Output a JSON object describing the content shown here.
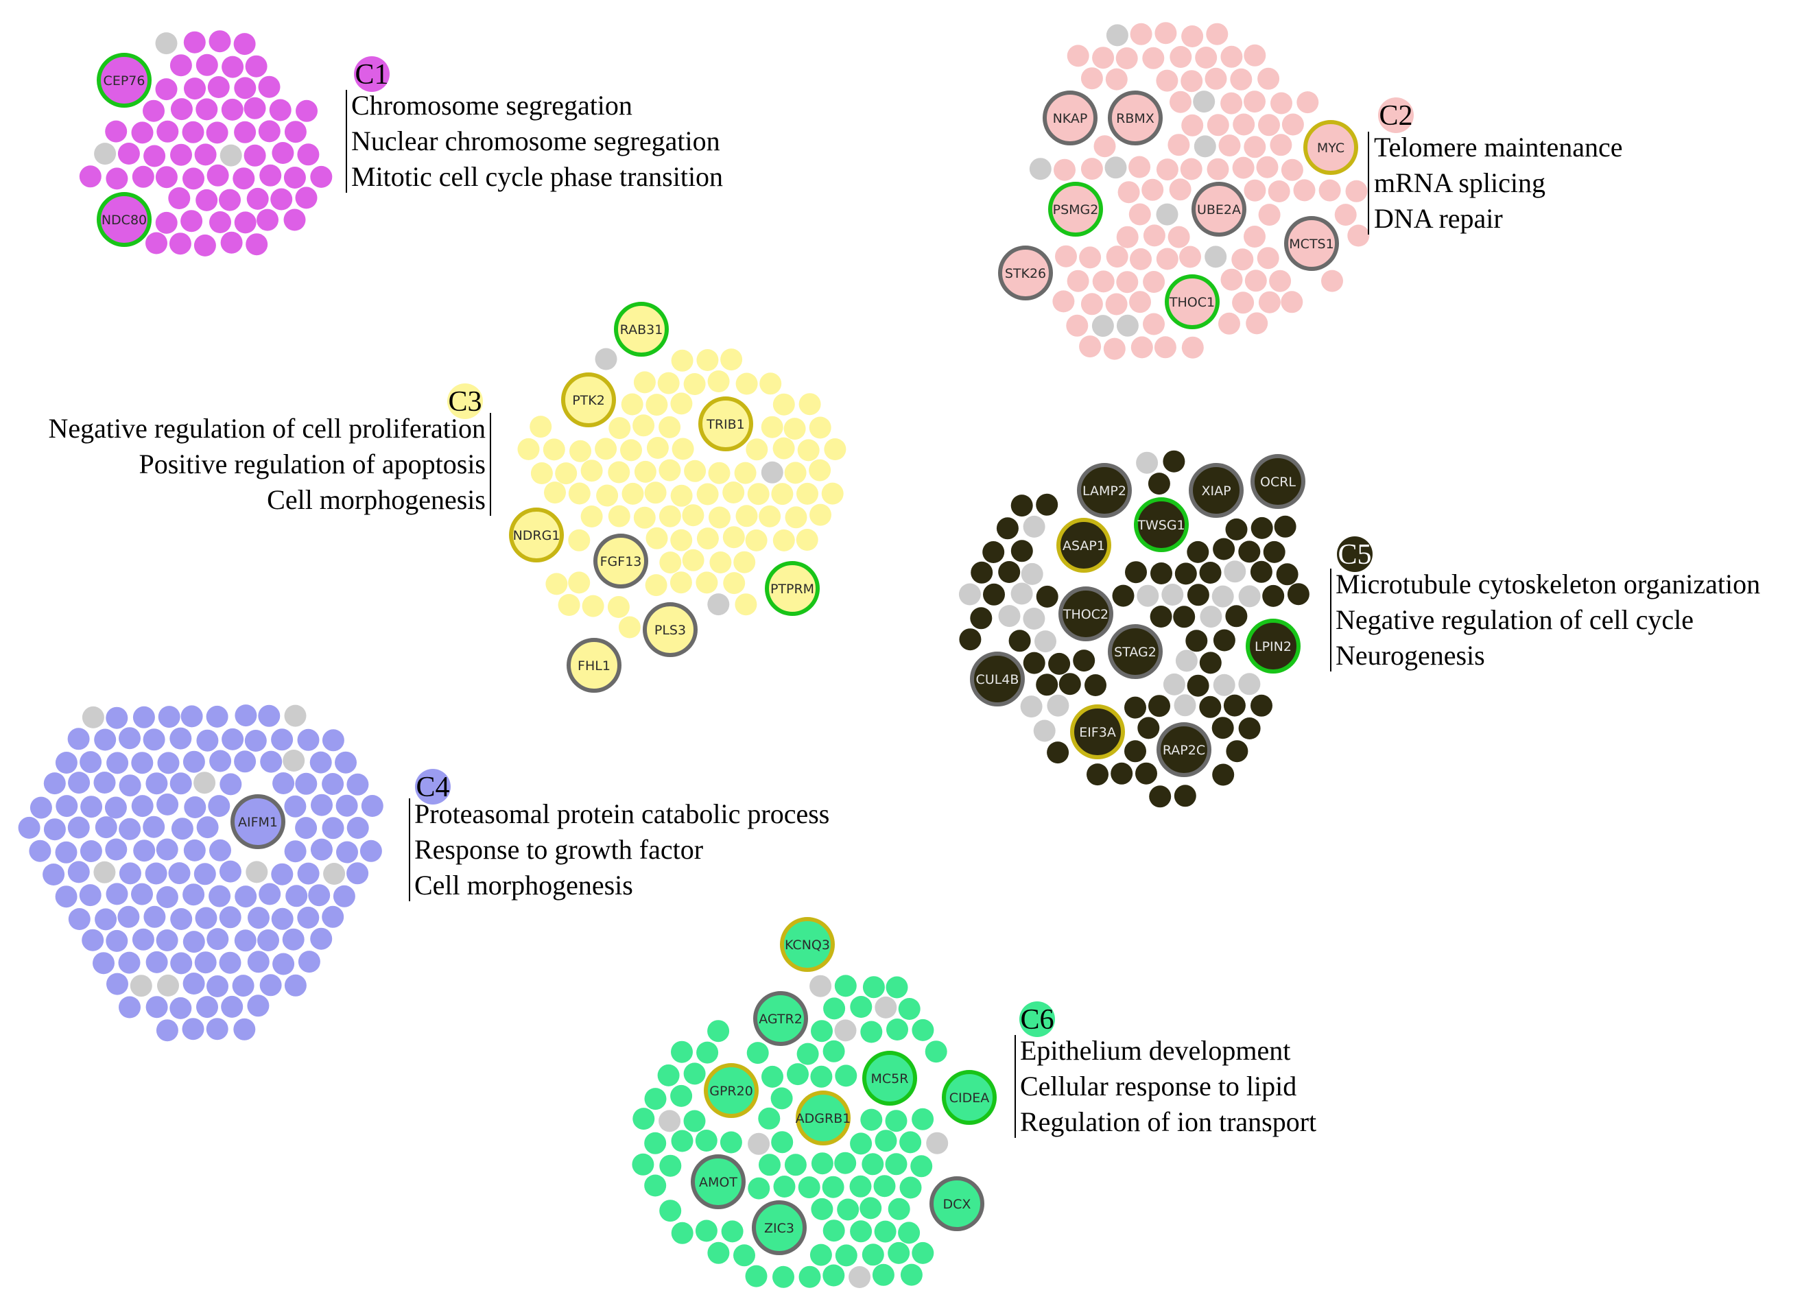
{
  "clusters": [
    {
      "id": "C1",
      "label": "C1",
      "color": "#dd5fe6",
      "terms": [
        "Chromosome segregation",
        "Nuclear chromosome segregation",
        "Mitotic cell cycle phase transition"
      ],
      "genes": [
        {
          "name": "CEP76",
          "ring": "green"
        },
        {
          "name": "NDC80",
          "ring": "green"
        }
      ]
    },
    {
      "id": "C2",
      "label": "C2",
      "color": "#f7c4c4",
      "terms": [
        "Telomere maintenance",
        "mRNA splicing",
        "DNA repair"
      ],
      "genes": [
        {
          "name": "NKAP",
          "ring": "gray"
        },
        {
          "name": "RBMX",
          "ring": "gray"
        },
        {
          "name": "MYC",
          "ring": "yellow"
        },
        {
          "name": "PSMG2",
          "ring": "green"
        },
        {
          "name": "UBE2A",
          "ring": "gray"
        },
        {
          "name": "MCTS1",
          "ring": "gray"
        },
        {
          "name": "STK26",
          "ring": "gray"
        },
        {
          "name": "THOC1",
          "ring": "green"
        }
      ]
    },
    {
      "id": "C3",
      "label": "C3",
      "color": "#fdf59a",
      "terms": [
        "Negative regulation of cell proliferation",
        "Positive regulation of apoptosis",
        "Cell morphogenesis"
      ],
      "genes": [
        {
          "name": "RAB31",
          "ring": "green"
        },
        {
          "name": "PTK2",
          "ring": "yellow"
        },
        {
          "name": "TRIB1",
          "ring": "yellow"
        },
        {
          "name": "NDRG1",
          "ring": "yellow"
        },
        {
          "name": "FGF13",
          "ring": "gray"
        },
        {
          "name": "PTPRM",
          "ring": "green"
        },
        {
          "name": "PLS3",
          "ring": "gray"
        },
        {
          "name": "FHL1",
          "ring": "gray"
        }
      ]
    },
    {
      "id": "C4",
      "label": "C4",
      "color": "#9b9cf0",
      "terms": [
        "Proteasomal protein catabolic process",
        "Response to growth factor",
        "Cell morphogenesis"
      ],
      "genes": [
        {
          "name": "AIFM1",
          "ring": "gray"
        }
      ]
    },
    {
      "id": "C5",
      "label": "C5",
      "color": "#2d2a10",
      "terms": [
        "Microtubule cytoskeleton organization",
        "Negative regulation of cell cycle",
        "Neurogenesis"
      ],
      "genes": [
        {
          "name": "LAMP2",
          "ring": "gray"
        },
        {
          "name": "XIAP",
          "ring": "gray"
        },
        {
          "name": "OCRL",
          "ring": "gray"
        },
        {
          "name": "ASAP1",
          "ring": "yellow"
        },
        {
          "name": "TWSG1",
          "ring": "green"
        },
        {
          "name": "THOC2",
          "ring": "gray"
        },
        {
          "name": "STAG2",
          "ring": "gray"
        },
        {
          "name": "LPIN2",
          "ring": "green"
        },
        {
          "name": "CUL4B",
          "ring": "gray"
        },
        {
          "name": "EIF3A",
          "ring": "yellow"
        },
        {
          "name": "RAP2C",
          "ring": "gray"
        }
      ]
    },
    {
      "id": "C6",
      "label": "C6",
      "color": "#3ee991",
      "terms": [
        "Epithelium development",
        "Cellular response to lipid",
        "Regulation of ion transport"
      ],
      "genes": [
        {
          "name": "KCNQ3",
          "ring": "yellow"
        },
        {
          "name": "AGTR2",
          "ring": "gray"
        },
        {
          "name": "MC5R",
          "ring": "green"
        },
        {
          "name": "CIDEA",
          "ring": "green"
        },
        {
          "name": "GPR20",
          "ring": "yellow"
        },
        {
          "name": "ADGRB1",
          "ring": "yellow"
        },
        {
          "name": "AMOT",
          "ring": "gray"
        },
        {
          "name": "DCX",
          "ring": "gray"
        },
        {
          "name": "ZIC3",
          "ring": "gray"
        }
      ]
    }
  ],
  "ring_colors": {
    "green": "#18c418",
    "yellow": "#c7b514",
    "gray": "#6a6a6a"
  },
  "background_node_color": "#cccccc"
}
